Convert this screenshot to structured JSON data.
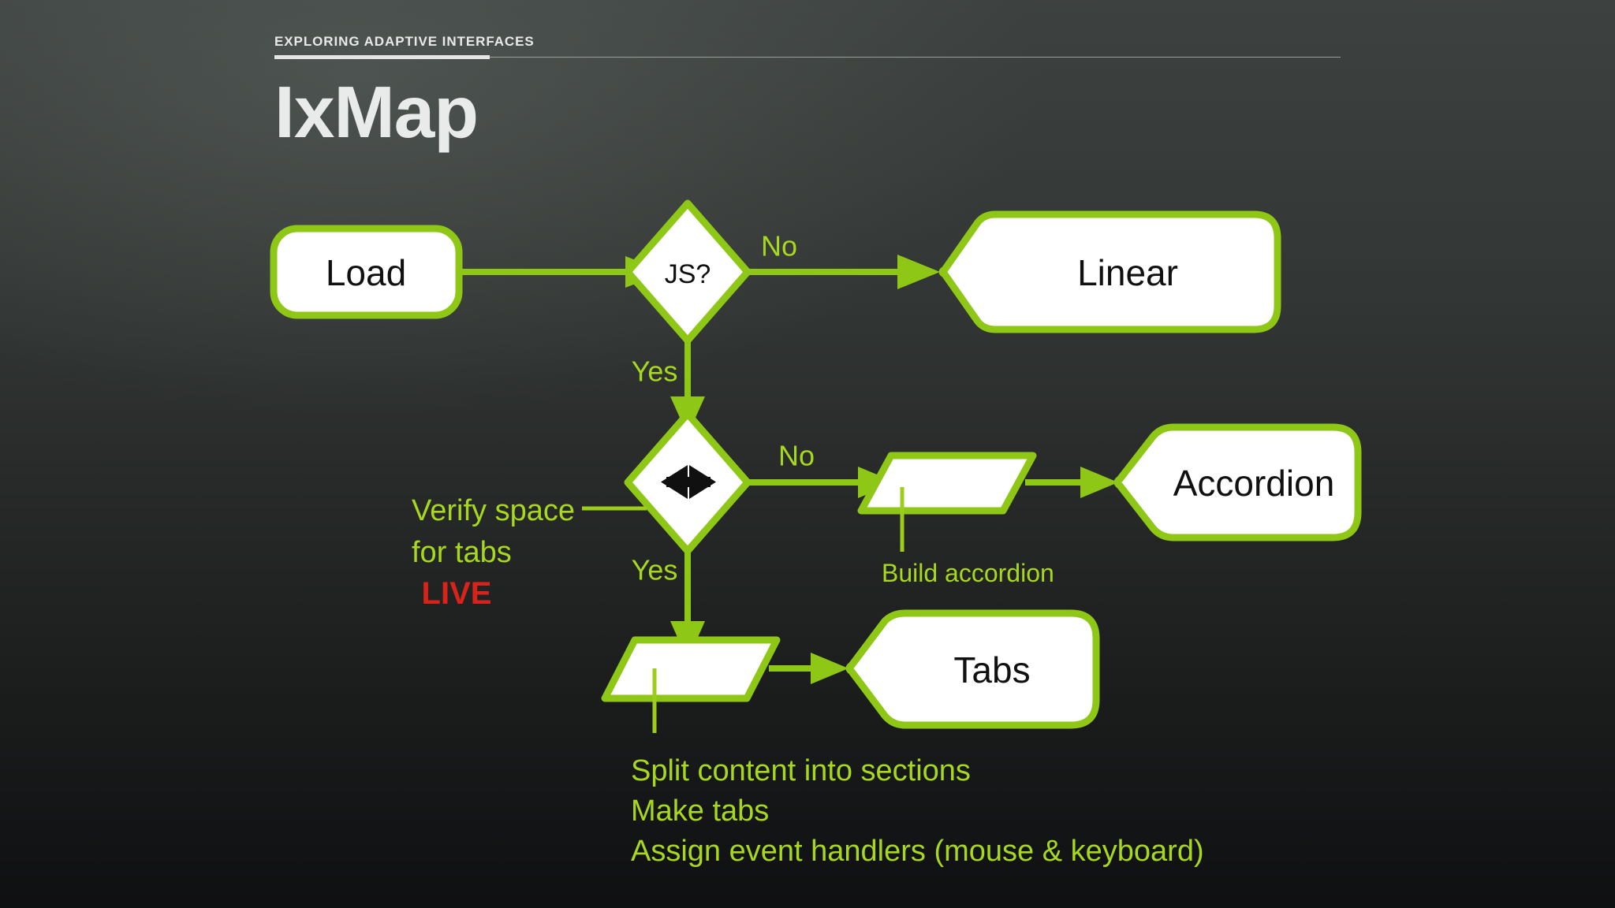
{
  "slide": {
    "eyebrow": "EXPLORING ADAPTIVE INTERFACES",
    "title": "IxMap",
    "background_top": "#3d4240",
    "background_bottom": "#0f1011",
    "accent_green": "#8fc717",
    "label_green": "#a8d81e",
    "alert_red": "#d8231b",
    "node_fill": "#ffffff",
    "node_text": "#101010"
  },
  "diagram": {
    "type": "flowchart",
    "nodes": [
      {
        "id": "load",
        "label": "Load",
        "shape": "rounded-rect"
      },
      {
        "id": "js",
        "label": "JS?",
        "shape": "diamond"
      },
      {
        "id": "linear",
        "label": "Linear",
        "shape": "arrow-pentagon"
      },
      {
        "id": "space",
        "label": "",
        "shape": "diamond",
        "icon": "horizontal-double-arrow-icon"
      },
      {
        "id": "accordion-process",
        "label": "",
        "shape": "parallelogram"
      },
      {
        "id": "accordion",
        "label": "Accordion",
        "shape": "arrow-pentagon"
      },
      {
        "id": "tabs-process",
        "label": "",
        "shape": "parallelogram"
      },
      {
        "id": "tabs",
        "label": "Tabs",
        "shape": "arrow-pentagon"
      }
    ],
    "edges": [
      {
        "from": "load",
        "to": "js",
        "label": ""
      },
      {
        "from": "js",
        "to": "linear",
        "label": "No"
      },
      {
        "from": "js",
        "to": "space",
        "label": "Yes"
      },
      {
        "from": "space",
        "to": "accordion-process",
        "label": "No"
      },
      {
        "from": "accordion-process",
        "to": "accordion",
        "label": ""
      },
      {
        "from": "space",
        "to": "tabs-process",
        "label": "Yes"
      },
      {
        "from": "tabs-process",
        "to": "tabs",
        "label": ""
      }
    ],
    "edge_labels": {
      "js_no": "No",
      "js_yes": "Yes",
      "space_no": "No",
      "space_yes": "Yes"
    },
    "annotations": {
      "verify_line1": "Verify space",
      "verify_line2": "for tabs",
      "verify_live": "LIVE",
      "build_accordion": "Build accordion",
      "tabs_steps": [
        "Split content into sections",
        "Make tabs",
        "Assign event handlers (mouse & keyboard)"
      ]
    }
  }
}
